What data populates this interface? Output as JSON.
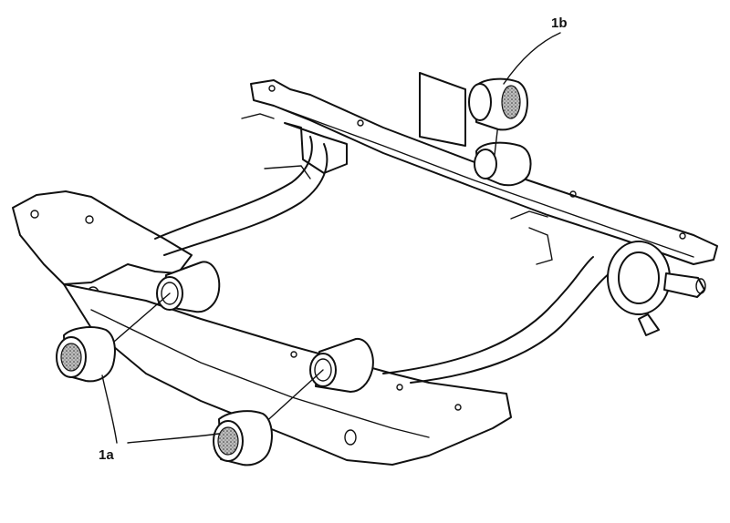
{
  "diagram": {
    "callouts": [
      {
        "id": "1a",
        "text": "1a"
      },
      {
        "id": "1b",
        "text": "1b"
      }
    ],
    "colors": {
      "line": "#111111",
      "background": "#ffffff",
      "bushing_insert": "#555555"
    }
  }
}
